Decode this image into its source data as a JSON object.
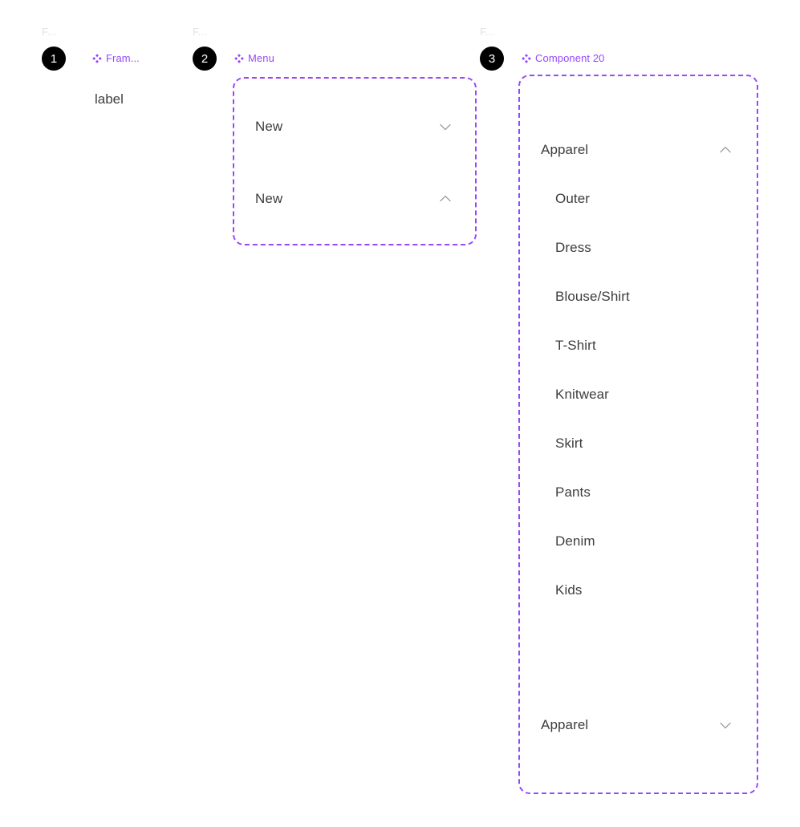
{
  "canvas": {
    "background": "#ffffff",
    "accent_purple": "#9747ff",
    "badge_background": "#000000",
    "badge_text_color": "#ffffff",
    "text_color": "#3d3d3d",
    "frame_name_color": "#e2e2e2",
    "chevron_color": "#9e9e9e"
  },
  "sections": [
    {
      "frame_name": "F...",
      "badge": "1",
      "label": "Fram...",
      "icon": "component-diamond-icon"
    },
    {
      "frame_name": "F...",
      "badge": "2",
      "label": "Menu",
      "icon": "component-diamond-icon"
    },
    {
      "frame_name": "F...",
      "badge": "3",
      "label": "Component 20",
      "icon": "component-diamond-icon"
    }
  ],
  "section1": {
    "text": "label"
  },
  "section2": {
    "rows": [
      {
        "label": "New",
        "chevron": "chevron-down-icon"
      },
      {
        "label": "New",
        "chevron": "chevron-up-icon"
      }
    ]
  },
  "section3": {
    "header": {
      "label": "Apparel",
      "chevron": "chevron-up-icon"
    },
    "items": [
      {
        "label": "Outer"
      },
      {
        "label": "Dress"
      },
      {
        "label": "Blouse/Shirt"
      },
      {
        "label": "T-Shirt"
      },
      {
        "label": "Knitwear"
      },
      {
        "label": "Skirt"
      },
      {
        "label": "Pants"
      },
      {
        "label": "Denim"
      },
      {
        "label": "Kids"
      }
    ],
    "footer": {
      "label": "Apparel",
      "chevron": "chevron-down-icon"
    }
  }
}
